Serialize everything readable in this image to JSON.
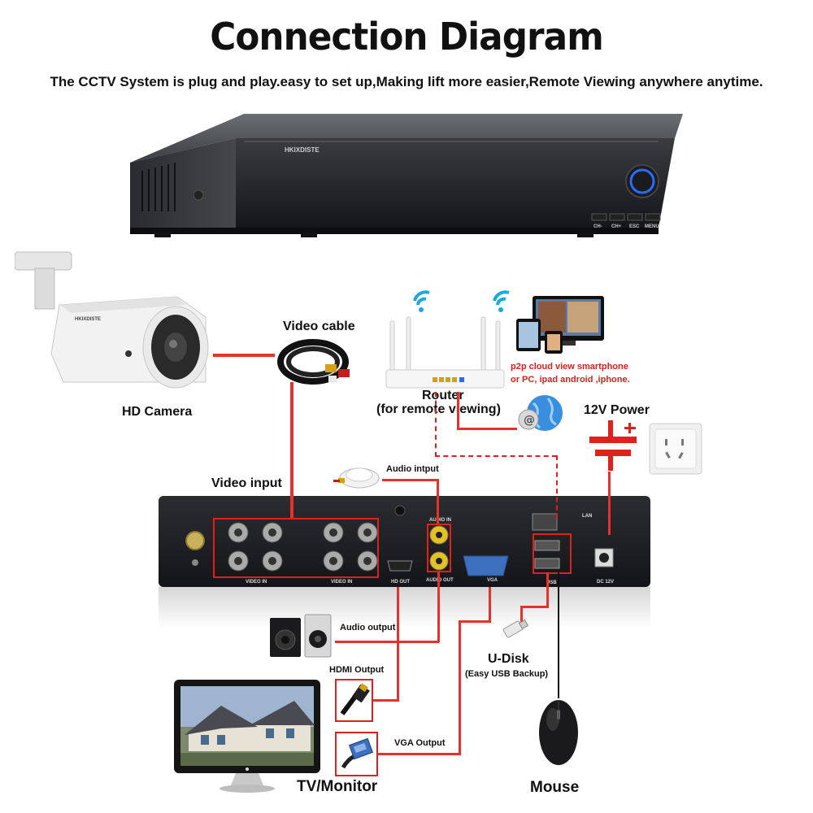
{
  "header": {
    "title": "Connection Diagram",
    "subtitle": "The CCTV System is plug and play.easy to set up,Making lift more easier,Remote Viewing anywhere anytime."
  },
  "dvr": {
    "brand": "HKIXDISTE",
    "buttons": [
      "CH-",
      "CH+",
      "ESC",
      "MENU"
    ],
    "ports": {
      "video_in_left": "VIDEO IN",
      "video_in_right": "VIDEO IN",
      "audio_in": "AUDIO IN",
      "audio_out": "AUDIO OUT",
      "hdmi": "HD OUT",
      "vga": "VGA",
      "lan": "LAN",
      "usb": "USB",
      "dc": "DC 12V"
    }
  },
  "camera": {
    "brand": "HKIXDISTE",
    "label": "HD Camera"
  },
  "labels": {
    "video_cable": "Video cable",
    "router": "Router",
    "router_sub": "(for remote viewing)",
    "p2p_line1": "p2p cloud  view smartphone",
    "p2p_line2": "or PC, ipad android ,iphone.",
    "power": "12V Power",
    "video_input": "Video input",
    "audio_input": "Audio intput",
    "audio_output": "Audio output",
    "hdmi_output": "HDMI Output",
    "vga_output": "VGA Output",
    "udisk": "U-Disk",
    "udisk_sub": "(Easy USB Backup)",
    "tv": "TV/Monitor",
    "mouse": "Mouse"
  },
  "colors": {
    "wire": "#e8302c",
    "box": "#e0201c",
    "p2p_text": "#e0201c",
    "wifi": "#1ea8e0"
  }
}
